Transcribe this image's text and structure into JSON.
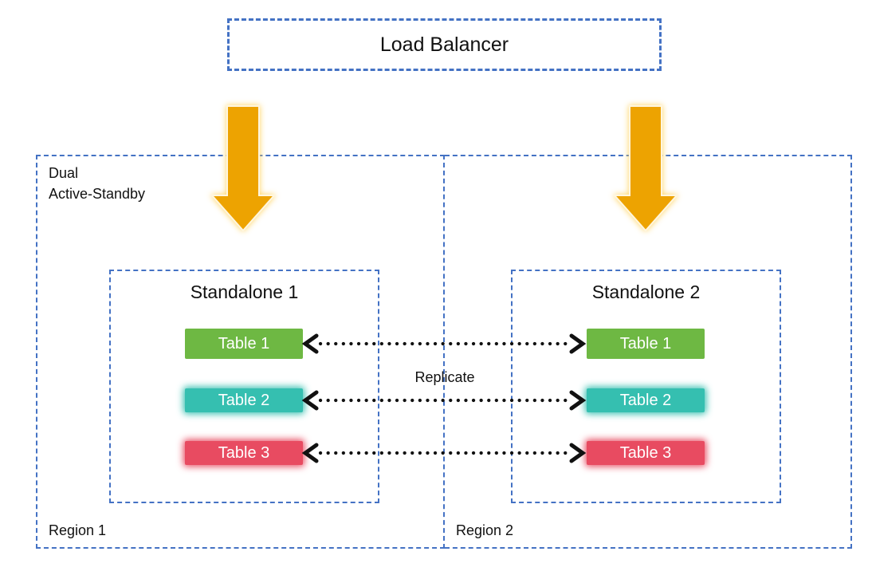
{
  "colors": {
    "border_blue": "#4472C4",
    "arrow_orange": "#EDA301",
    "dotted_black": "#111111",
    "table_green": "#6EB843",
    "table_teal": "#35BFB0",
    "table_red": "#E84B61"
  },
  "load_balancer": {
    "label": "Load Balancer"
  },
  "replicate_label": "Replicate",
  "regions": [
    {
      "name": "Region 1",
      "tag": "Dual\nActive-Standby",
      "standalone": {
        "title": "Standalone 1",
        "tables": [
          {
            "label": "Table 1",
            "color": "#6EB843"
          },
          {
            "label": "Table 2",
            "color": "#35BFB0"
          },
          {
            "label": "Table 3",
            "color": "#E84B61"
          }
        ]
      }
    },
    {
      "name": "Region 2",
      "tag": "",
      "standalone": {
        "title": "Standalone 2",
        "tables": [
          {
            "label": "Table 1",
            "color": "#6EB843"
          },
          {
            "label": "Table 2",
            "color": "#35BFB0"
          },
          {
            "label": "Table 3",
            "color": "#E84B61"
          }
        ]
      }
    }
  ]
}
